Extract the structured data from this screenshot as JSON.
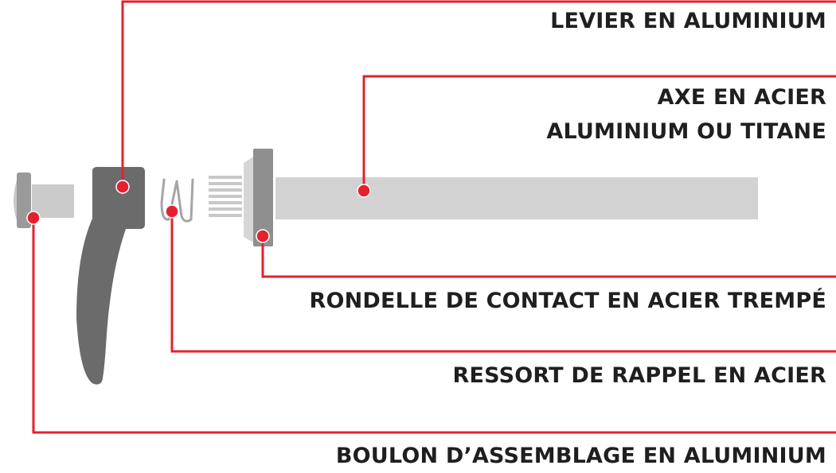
{
  "labels": {
    "lever": "LEVIER EN ALUMINIUM",
    "axle_line1": "AXE EN ACIER",
    "axle_line2": "ALUMINIUM OU TITANE",
    "washer": "RONDELLE DE CONTACT EN ACIER TREMPÉ",
    "spring": "RESSORT DE RAPPEL EN ACIER",
    "bolt": "BOULON D’ASSEMBLAGE EN ALUMINIUM"
  },
  "colors": {
    "callout": "#e3212f",
    "lever": "#6b6b6b",
    "parts_dark": "#8f8f8f",
    "parts_light": "#d2d2d2",
    "text": "#1f1f1f"
  }
}
